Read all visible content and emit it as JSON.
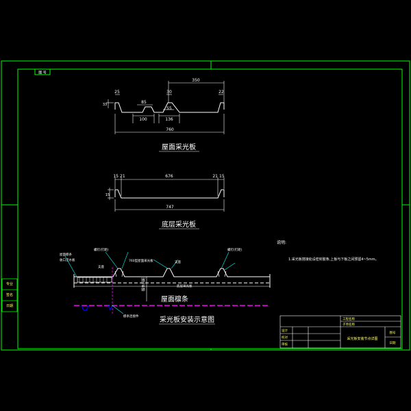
{
  "colors": {
    "background": "#000000",
    "frame": "#00ff00",
    "profile": "#ffffff",
    "dimension": "#ffffff",
    "purlin": "#ff00ff",
    "annotation": "#ffff66",
    "leader": "#00ffff",
    "title_block_text": "#ffff66"
  },
  "corner_tag": "图 号",
  "roof_panel": {
    "title": "屋面采光板",
    "dims": {
      "top_right": "350",
      "t25": "25",
      "t30": "30",
      "t22": "22",
      "h85": "85",
      "h55": "55",
      "h100": "100",
      "h136": "136",
      "total": "760",
      "height_left": "33"
    }
  },
  "bottom_panel": {
    "title": "底层采光板",
    "dims": {
      "left_a": "15",
      "left_b": "21",
      "middle": "676",
      "right_a": "21",
      "right_b": "15",
      "total": "747",
      "height_left": "15"
    }
  },
  "install": {
    "title": "采光板安装示意图",
    "purlin_label": "屋面檩条",
    "vertical_label": "檩条间距",
    "labels": {
      "left_top": "屋面檩条",
      "left_bottom": "收口泛水板",
      "fastener_a": "螺钉(钉距)",
      "fastener_b": "螺钉(钉距)",
      "panel_760": "760型屋面采光板",
      "support_a": "支座",
      "support_b": "支座",
      "bottom_panel": "底层采光板",
      "purlin_bolt": "檩条连接件"
    }
  },
  "notes": {
    "heading": "说明:",
    "lines": [
      "1.采光板搭接处设密封胶条,上板与下板之间预留4~5mm。"
    ]
  },
  "left_strip": {
    "cells": [
      "专业",
      "签名",
      "日期"
    ]
  },
  "title_block": {
    "rows": [
      [
        "设计",
        "",
        ""
      ],
      [
        "校对",
        "",
        ""
      ],
      [
        "审核",
        "",
        ""
      ]
    ],
    "drawing_name": "采光板安装节点详图",
    "right_labels": [
      "图号",
      "日期"
    ],
    "top_labels": [
      "工程名称",
      "子项名称"
    ]
  }
}
